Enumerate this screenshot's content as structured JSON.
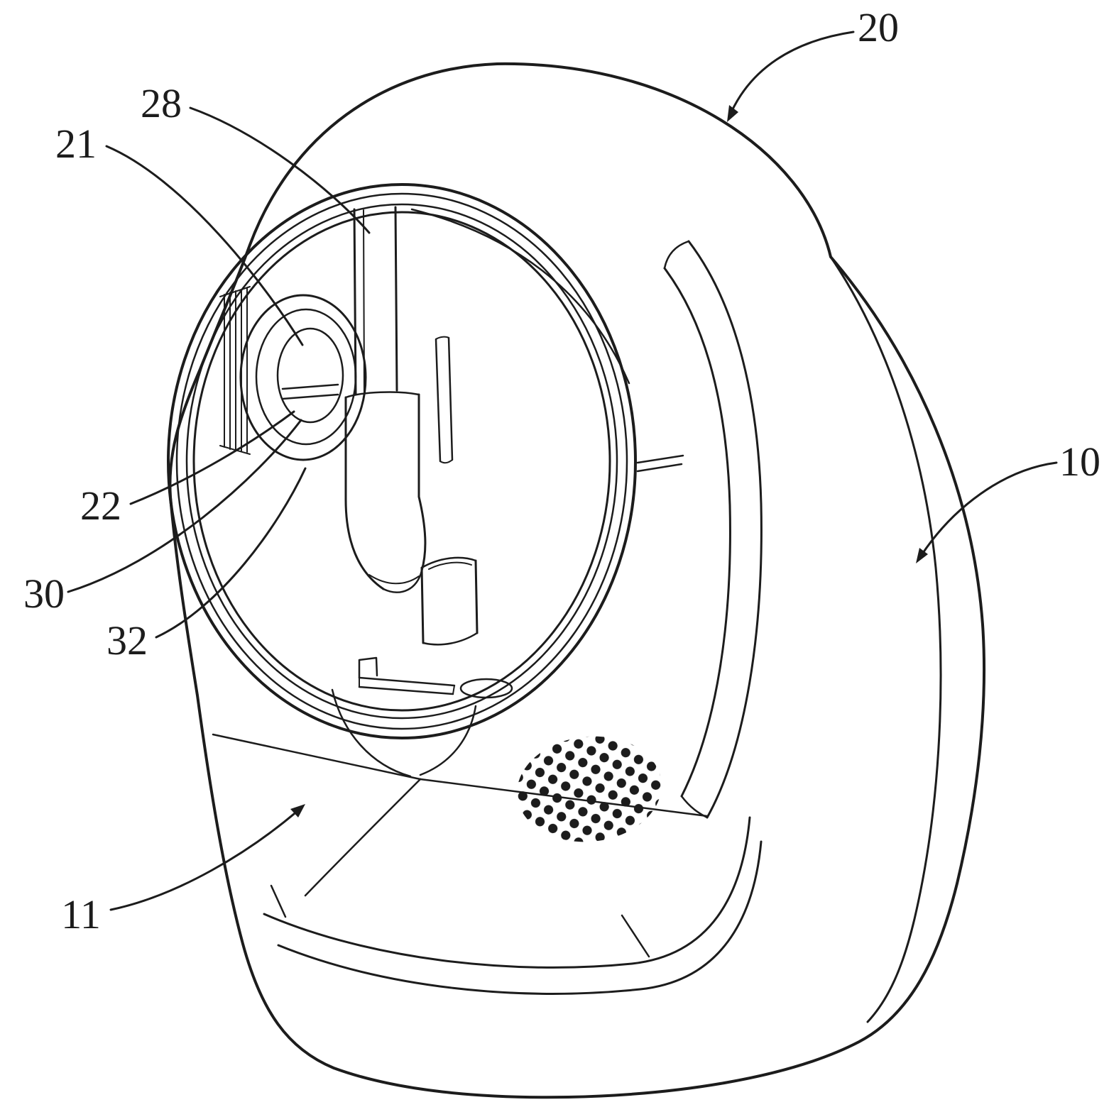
{
  "figure": {
    "kind": "patent-style line drawing",
    "subject": "pan-tilt camera housing, perspective view with head cover opening exposing internal mount",
    "ink_color": "#1c1c1c",
    "background_color": "#ffffff",
    "labels": {
      "ref_20": "20",
      "ref_28": "28",
      "ref_21": "21",
      "ref_22": "22",
      "ref_30": "30",
      "ref_32": "32",
      "ref_10": "10",
      "ref_11": "11"
    }
  }
}
